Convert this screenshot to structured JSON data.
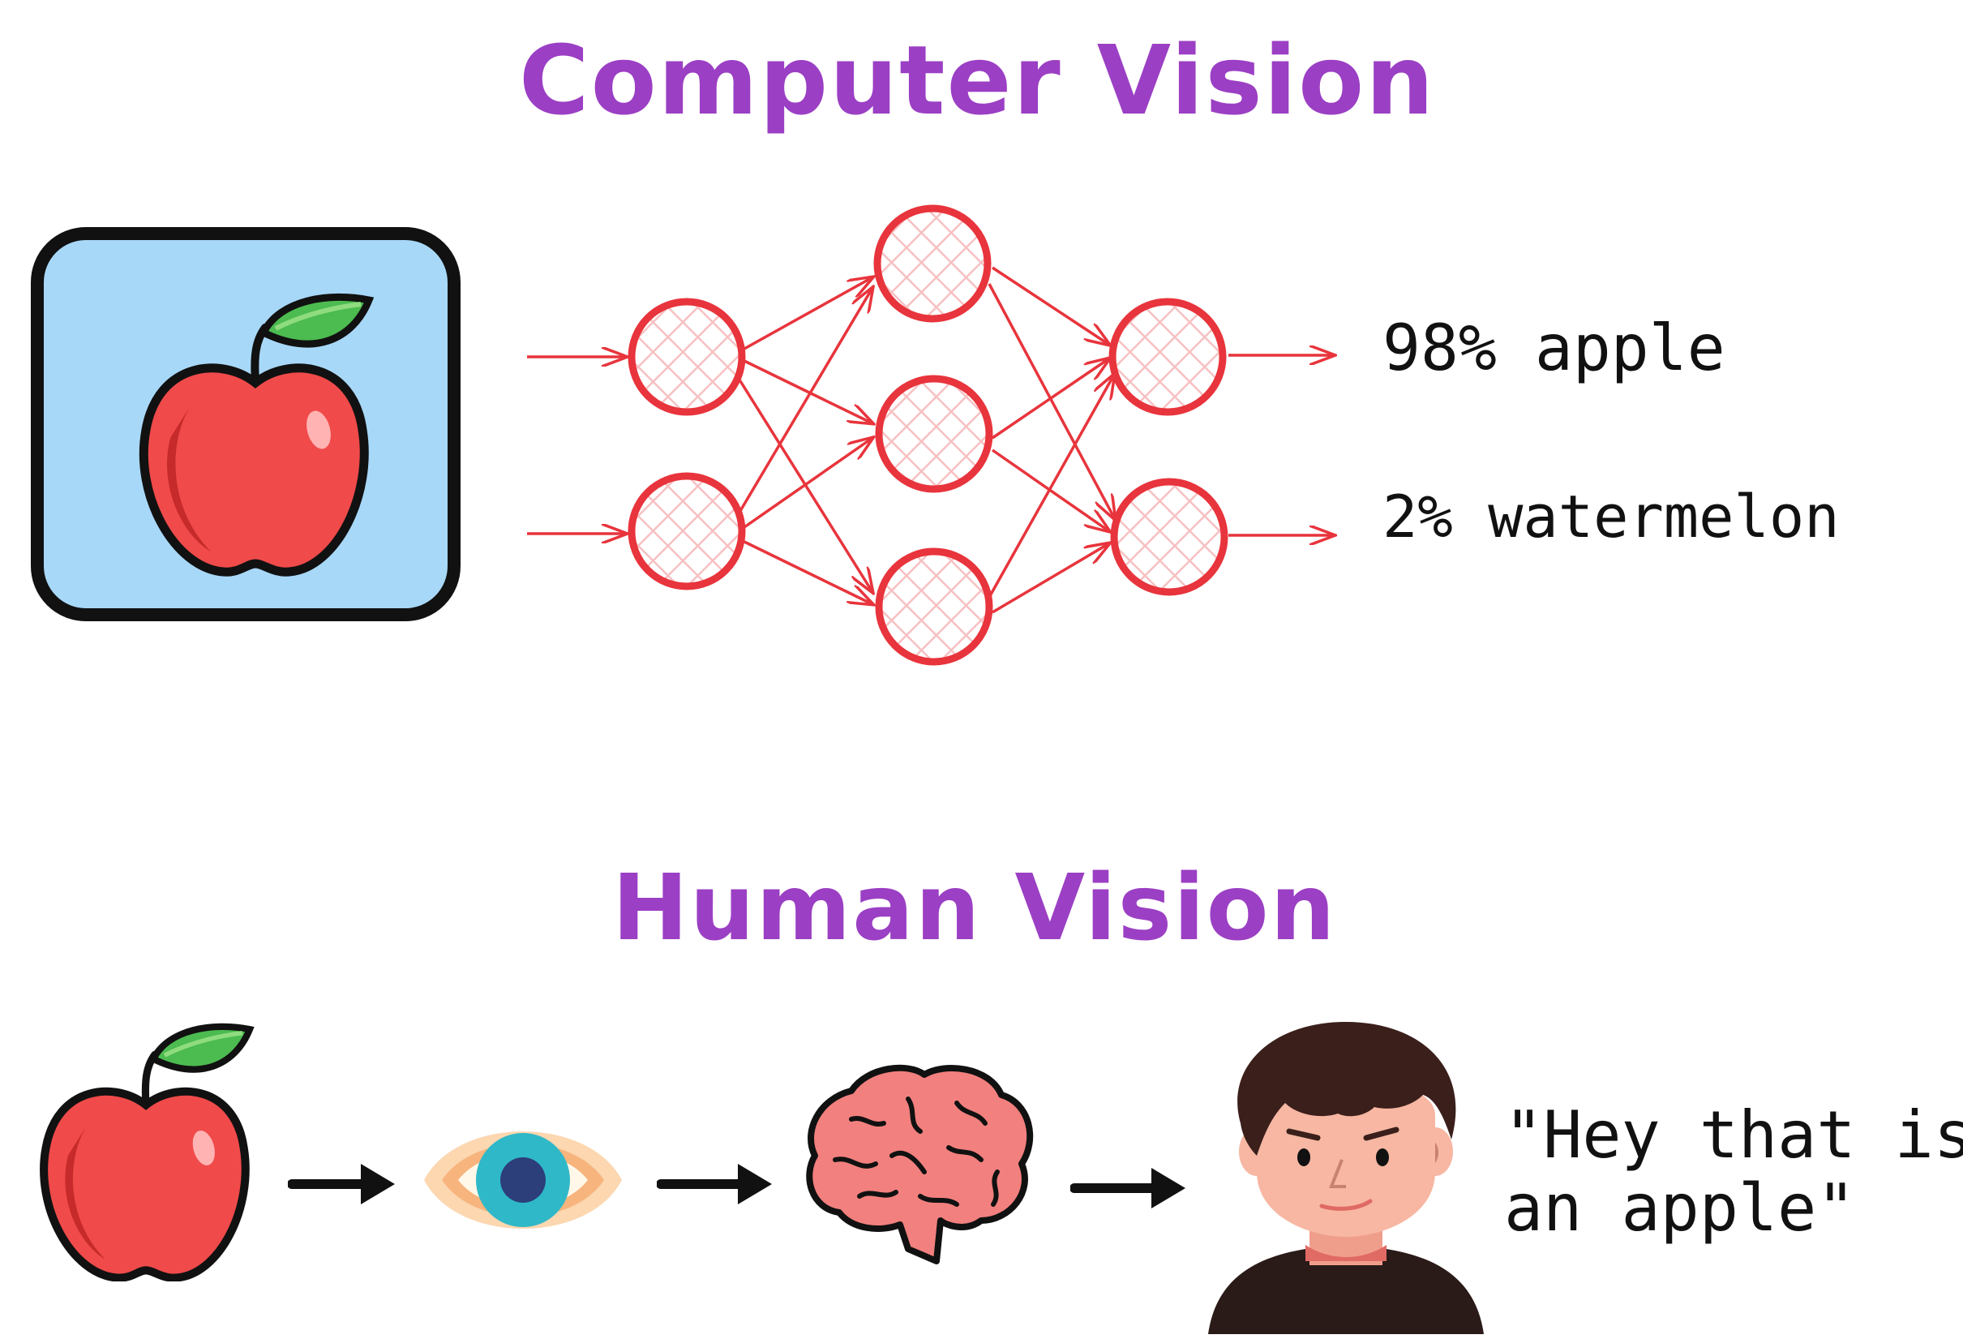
{
  "titles": {
    "computer_vision": "Computer Vision",
    "human_vision": "Human Vision"
  },
  "predictions": [
    {
      "percent": "98%",
      "label": "apple"
    },
    {
      "percent": "2%",
      "label": "watermelon"
    }
  ],
  "human_quote": {
    "line1": "\"Hey that is",
    "line2": "an apple\""
  },
  "icons": {
    "input_image": "apple-in-frame-icon",
    "network": "neural-network-icon",
    "apple": "apple-icon",
    "eye": "eye-icon",
    "brain": "brain-icon",
    "person": "person-icon"
  },
  "colors": {
    "title": "#9b3fc4",
    "network": "#e8343c",
    "frame_fill": "#a8d8f8",
    "frame_stroke": "#111111",
    "apple_red": "#f04a4a",
    "apple_leaf": "#4cbb50",
    "eye_iris": "#2fb8c8",
    "eye_pupil": "#2c3f7a",
    "brain": "#f2807e",
    "skin": "#f7b7a3",
    "hair": "#3a1f1b",
    "arrow": "#111111"
  }
}
